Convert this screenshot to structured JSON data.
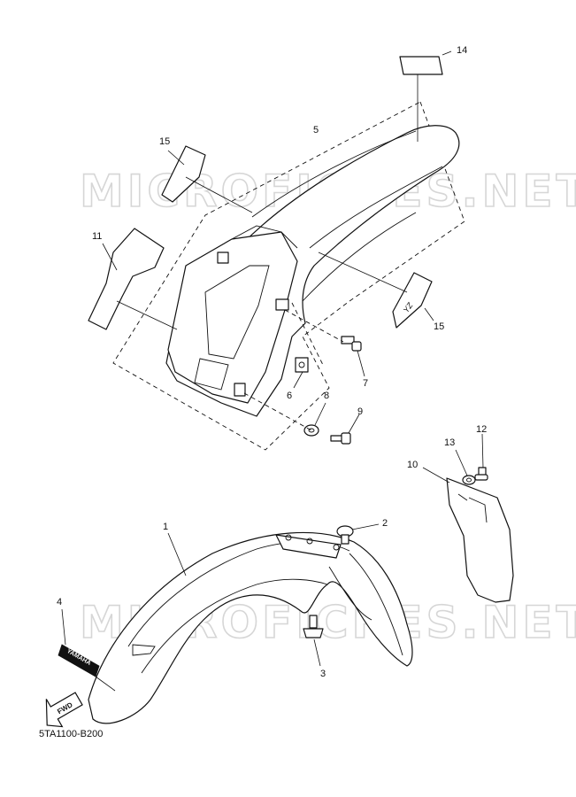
{
  "watermark": "MICROFICHES.NET",
  "diagram_code": "5TA1100-B200",
  "fwd_label": "FWD",
  "decal_text": "YAMAHA",
  "callouts": {
    "c1": "1",
    "c2": "2",
    "c3": "3",
    "c4": "4",
    "c5": "5",
    "c6": "6",
    "c7": "7",
    "c8": "8",
    "c9": "9",
    "c10": "10",
    "c11": "11",
    "c12": "12",
    "c13": "13",
    "c14": "14",
    "c15a": "15",
    "c15b": "15"
  },
  "colors": {
    "line": "#111111",
    "watermark": "#d6d6d6",
    "background": "#ffffff"
  }
}
